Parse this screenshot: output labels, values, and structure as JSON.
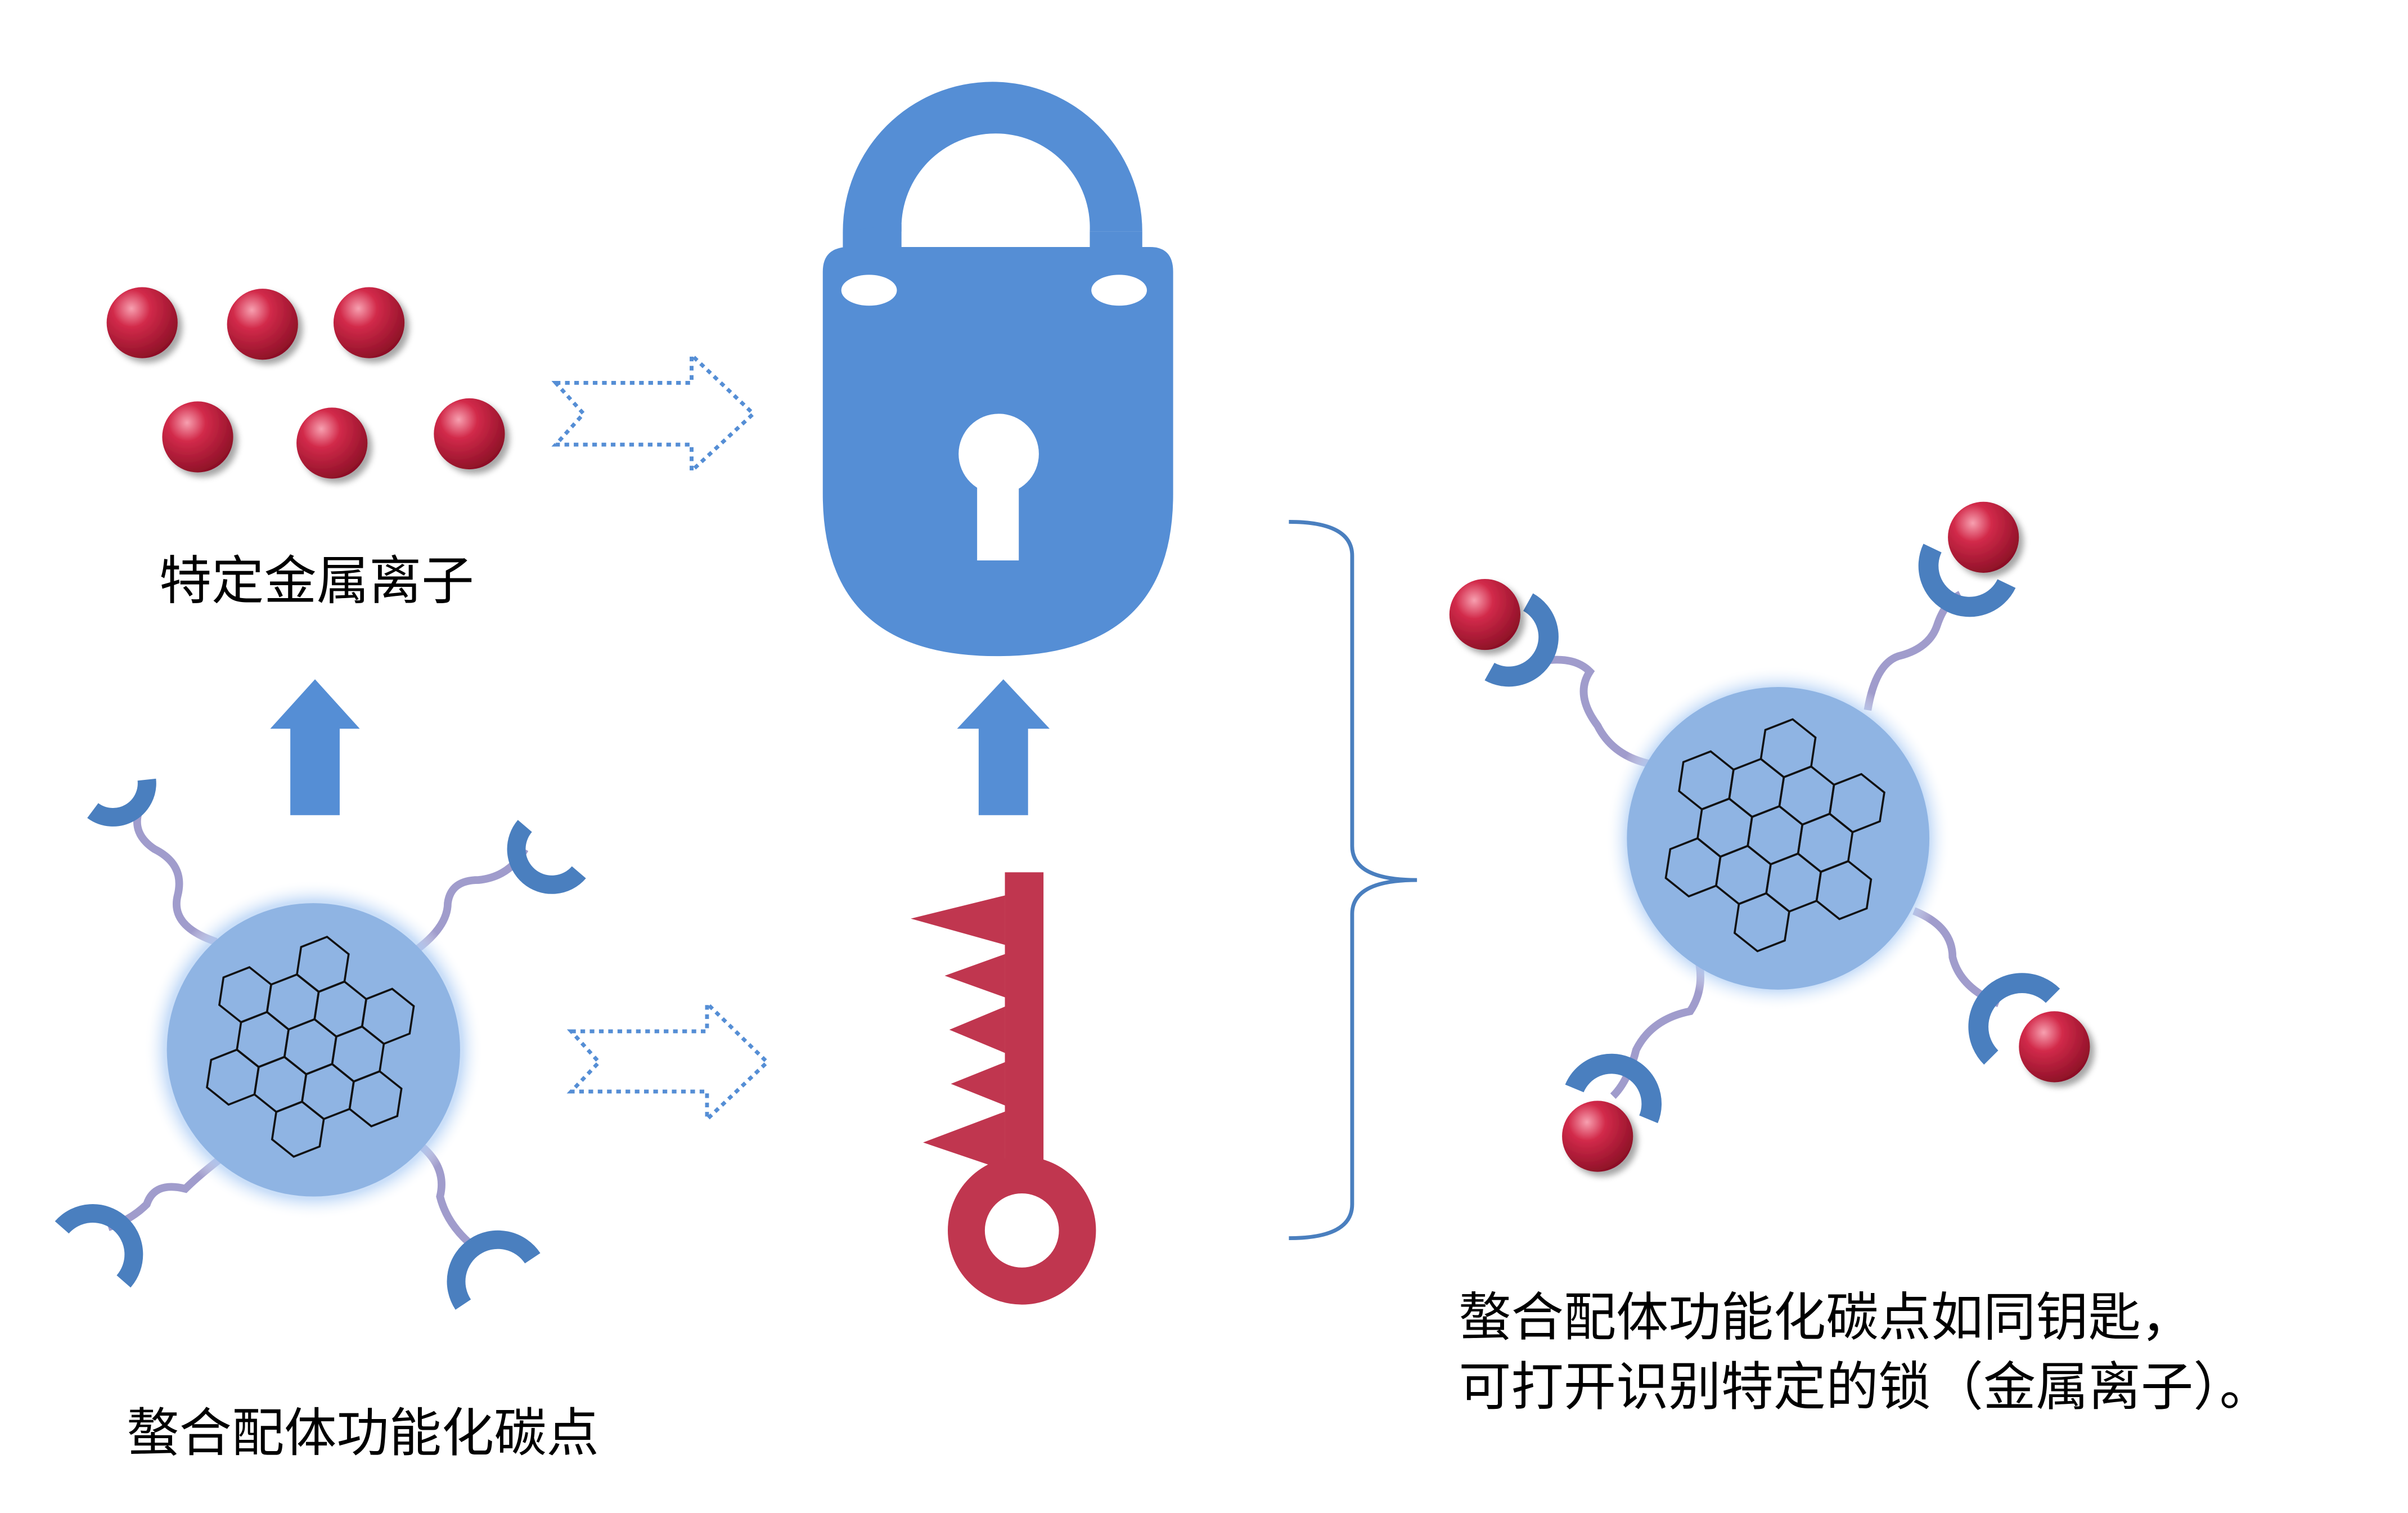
{
  "labels": {
    "metal_ions": "特定金属离子",
    "carbon_dots": "螯合配体功能化碳点",
    "explanation_line1": "螯合配体功能化碳点如同钥匙，",
    "explanation_line2": "可打开识别特定的锁（金属离子）。"
  },
  "colors": {
    "lock_blue": "#558ed5",
    "key_red": "#c0364f",
    "ion_red": "#c8203f",
    "ligand_blue": "#4a7fbf",
    "linker_purple": "#a09ccc",
    "dot_fill": "#8fb4e3"
  },
  "icons": [
    "lock-icon",
    "key-icon",
    "metal-ion",
    "carbon-dot",
    "arrow-up-icon",
    "dotted-arrow-icon",
    "brace"
  ]
}
